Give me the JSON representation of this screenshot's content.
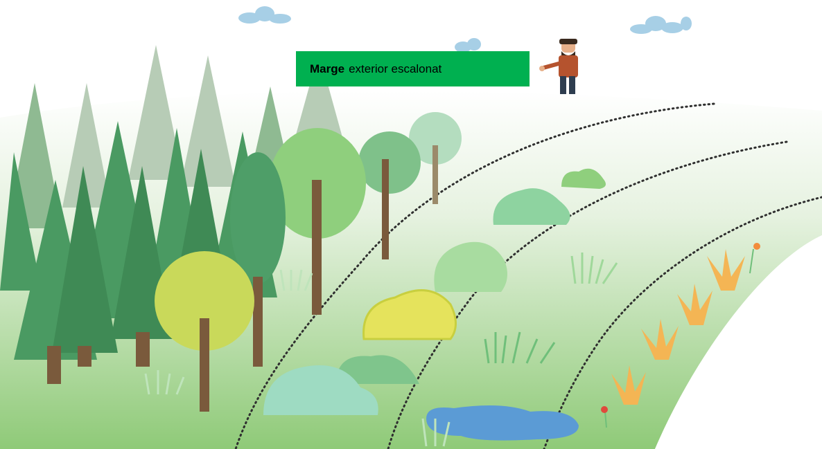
{
  "label": {
    "bold": "Marge",
    "text": "exterior escalonat"
  },
  "colors": {
    "label_bg": "#00b050",
    "meadow": "#9ccf8a",
    "conifer_dark": "#3f8a55",
    "conifer_light": "#a9c3a9",
    "trunk": "#7a5a3c",
    "pond": "#5b9bd5",
    "grass_yellow": "#f2b44c"
  },
  "icons": [
    "forester-figure",
    "cloud-icon",
    "conifer-tree-icon",
    "broadleaf-tree-icon",
    "bush-icon",
    "grass-tuft-icon",
    "pond-icon",
    "flower-icon"
  ]
}
